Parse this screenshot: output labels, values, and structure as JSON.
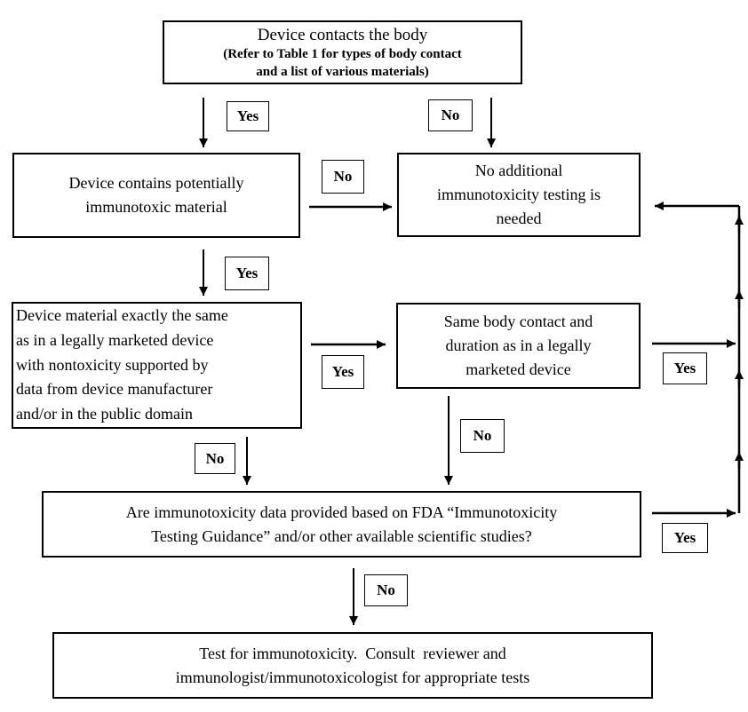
{
  "colors": {
    "ink": "#000000",
    "background": "#ffffff"
  },
  "labels": {
    "yes": "Yes",
    "no": "No"
  },
  "nodes": {
    "start": {
      "title": "Device contacts the body",
      "subtitle": "(Refer to Table 1 for types of body contact\nand a list of various materials)"
    },
    "contains_immunotoxic": {
      "text": "Device contains potentially\nimmunotoxic material"
    },
    "no_testing_needed": {
      "text": "No additional\nimmunotoxicity testing is\nneeded"
    },
    "same_material": {
      "text": "Device material exactly the same\nas in a legally marketed device\nwith nontoxicity supported by\ndata from device manufacturer\nand/or in the public domain"
    },
    "same_contact": {
      "text": "Same body contact and\nduration as in a legally\nmarketed device"
    },
    "data_provided": {
      "text": "Are immunotoxicity data provided based on FDA “Immunotoxicity\nTesting Guidance” and/or other available scientific studies?"
    },
    "test_for_immunotoxicity": {
      "text": "Test for immunotoxicity.  Consult  reviewer and\nimmunologist/immunotoxicologist for appropriate tests"
    }
  }
}
